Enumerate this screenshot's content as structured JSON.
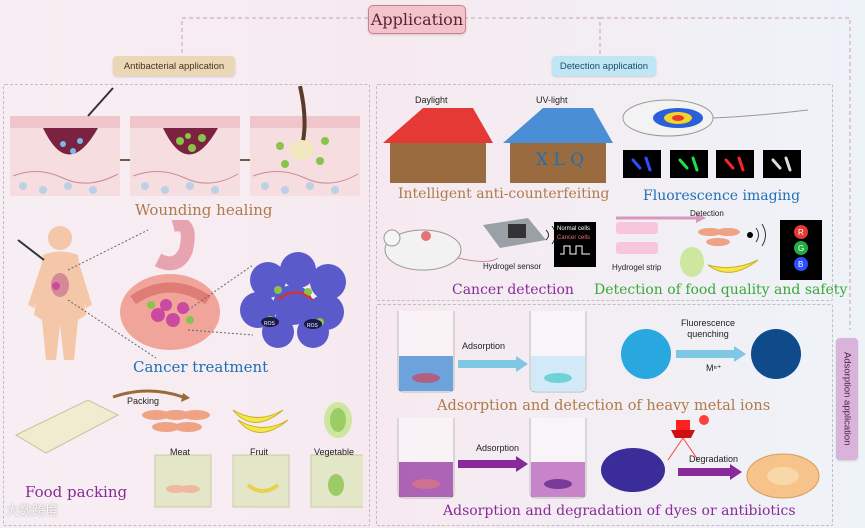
{
  "title": "Application",
  "sections": {
    "antibacterial": "Antibacterial application",
    "detection": "Detection application",
    "adsorption": "Adsorption application"
  },
  "captions": {
    "wounding": "Wounding healing",
    "cancer_treatment": "Cancer treatment",
    "food_packing": "Food packing",
    "anti_counterfeit": "Intelligent anti-counterfeiting",
    "fluorescence": "Fluorescence imaging",
    "cancer_detection": "Cancer detection",
    "food_quality": "Detection of food quality and safety",
    "heavy_metal": "Adsorption and detection of heavy metal ions",
    "dyes": "Adsorption and degradation of dyes or antibiotics"
  },
  "labels": {
    "daylight": "Daylight",
    "uv": "UV-light",
    "xlq": "X L Q",
    "hydrogel_sensor": "Hydrogel sensor",
    "normal_cells": "Normal cells",
    "cancer_cells": "Cancer cells",
    "detection": "Detection",
    "hydrogel_strip": "Hydrogel strip",
    "rgb": [
      "R",
      "G",
      "B"
    ],
    "packing": "Packing",
    "meat": "Meat",
    "fruit": "Fruit",
    "vegetable": "Vegetable",
    "ros": "ROS",
    "adsorption1": "Adsorption",
    "adsorption2": "Adsorption",
    "fluorescence_quenching": "Fluorescence\nquenching",
    "metal_ion": "Mⁿ⁺",
    "degradation": "Degradation",
    "watermark": "大数跨境"
  },
  "colors": {
    "title_bg": "#f3c3cc",
    "antibacterial_bg": "#e9d7b6",
    "detection_bg": "#bfe6f5",
    "adsorption_bg": "#d9b3d9",
    "brown_caption": "#b07a4a",
    "blue_caption": "#1f6fb5",
    "purple_caption": "#8a2a9a",
    "green_caption": "#3aa83a"
  }
}
